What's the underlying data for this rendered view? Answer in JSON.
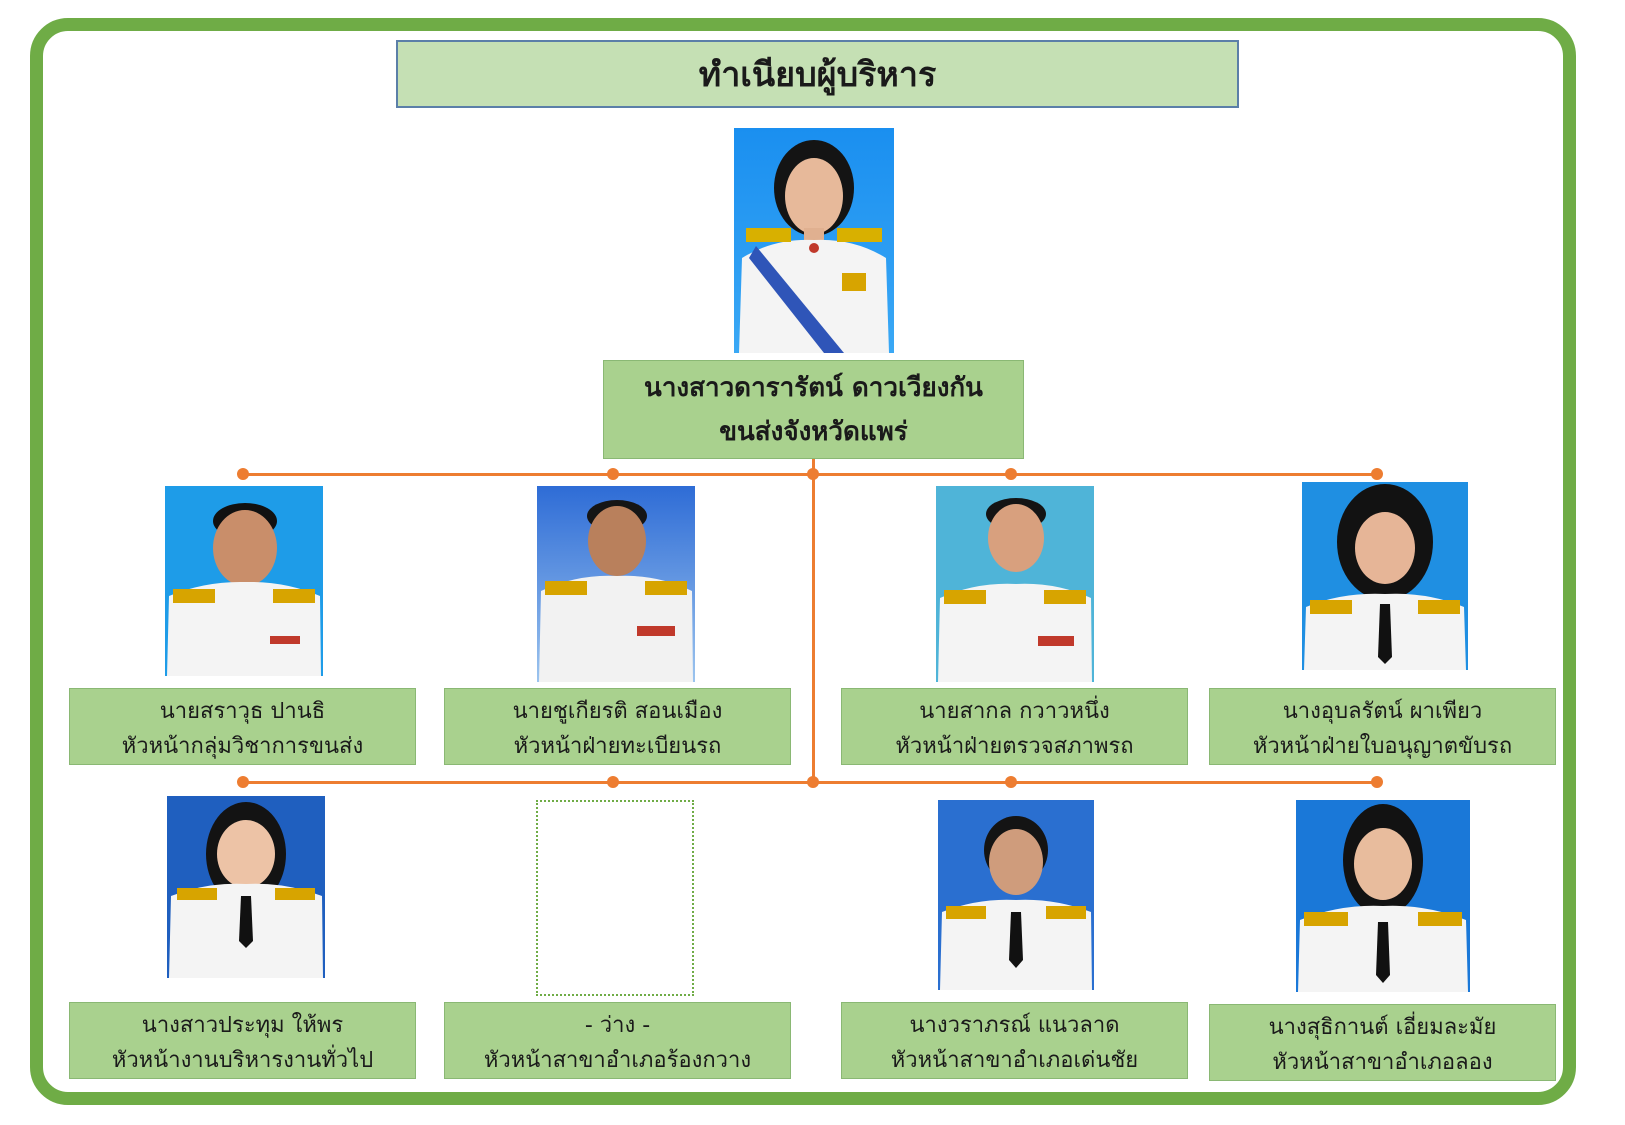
{
  "title": "ทำเนียบผู้บริหาร",
  "director": {
    "name": "นางสาวดารารัตน์  ดาวเวียงกัน",
    "position": "ขนส่งจังหวัดแพร่"
  },
  "row1": [
    {
      "name": "นายสราวุธ ปานธิ",
      "position": "หัวหน้ากลุ่มวิชาการขนส่ง"
    },
    {
      "name": "นายชูเกียรติ สอนเมือง",
      "position": "หัวหน้าฝ่ายทะเบียนรถ"
    },
    {
      "name": "นายสากล กวาวหนึ่ง",
      "position": "หัวหน้าฝ่ายตรวจสภาพรถ"
    },
    {
      "name": "นางอุบลรัตน์ ผาเพียว",
      "position": "หัวหน้าฝ่ายใบอนุญาตขับรถ"
    }
  ],
  "row2": [
    {
      "name": "นางสาวประทุม ให้พร",
      "position": "หัวหน้างานบริหารงานทั่วไป"
    },
    {
      "name": "- ว่าง -",
      "position": "หัวหน้าสาขาอำเภอร้องกวาง"
    },
    {
      "name": "นางวราภรณ์ แนวลาด",
      "position": "หัวหน้าสาขาอำเภอเด่นชัย"
    },
    {
      "name": "นางสุธิกานต์ เอี่ยมละมัย",
      "position": "หัวหน้าสาขาอำเภอลอง"
    }
  ],
  "colors": {
    "frame": "#6fac46",
    "title_fill": "#c5e0b4",
    "name_fill": "#a9d18e",
    "connector": "#ed7d31",
    "photo_bg": "#1e8fe0"
  }
}
